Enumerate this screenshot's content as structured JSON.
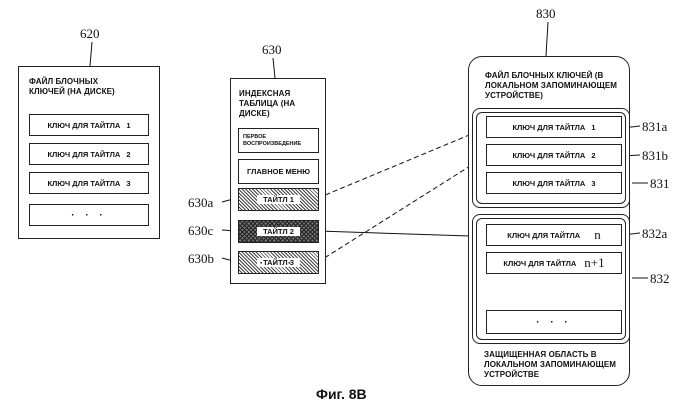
{
  "refs": {
    "r620": "620",
    "r630": "630",
    "r830": "830",
    "r630a": "630a",
    "r630c": "630c",
    "r630b": "630b",
    "r831a": "831a",
    "r831b": "831b",
    "r831": "831",
    "r832a": "832a",
    "r832": "832"
  },
  "file620": {
    "title": "ФАЙЛ БЛОЧНЫХ КЛЮЧЕЙ (НА ДИСКЕ)",
    "rows": [
      {
        "label": "КЛЮЧ ДЛЯ ТАЙТЛА",
        "num": "1"
      },
      {
        "label": "КЛЮЧ ДЛЯ ТАЙТЛА",
        "num": "2"
      },
      {
        "label": "КЛЮЧ ДЛЯ ТАЙТЛА",
        "num": "3"
      }
    ],
    "dots": "· · ·"
  },
  "index630": {
    "title": "ИНДЕКСНАЯ ТАБЛИЦА (НА ДИСКЕ)",
    "first_play": "ПЕРВОЕ ВОСПРОИЗВЕДЕНИЕ",
    "main_menu": "ГЛАВНОЕ МЕНЮ",
    "title1": "ТАЙТЛ 1",
    "title2": "ТАЙТЛ 2",
    "title3": "ТАЙТЛ 3",
    "dots": "· · ·"
  },
  "local830": {
    "title": "ФАЙЛ БЛОЧНЫХ КЛЮЧЕЙ (В ЛОКАЛЬНОМ ЗАПОМИНАЮЩЕМ УСТРОЙСТВЕ)",
    "rows": [
      {
        "label": "КЛЮЧ ДЛЯ ТАЙТЛА",
        "num": "1"
      },
      {
        "label": "КЛЮЧ ДЛЯ ТАЙТЛА",
        "num": "2"
      },
      {
        "label": "КЛЮЧ ДЛЯ ТАЙТЛА",
        "num": "3"
      }
    ],
    "dots1": "· · ·",
    "rows2": [
      {
        "label": "КЛЮЧ ДЛЯ ТАЙТЛА",
        "num": "n"
      },
      {
        "label": "КЛЮЧ ДЛЯ ТАЙТЛА",
        "num": "n+1"
      }
    ],
    "dots2": "· · ·",
    "protected": "ЗАЩИЩЕННАЯ ОБЛАСТЬ В ЛОКАЛЬНОМ ЗАПОМИНАЮЩЕМ УСТРОЙСТВЕ"
  },
  "caption": "Фиг. 8В"
}
